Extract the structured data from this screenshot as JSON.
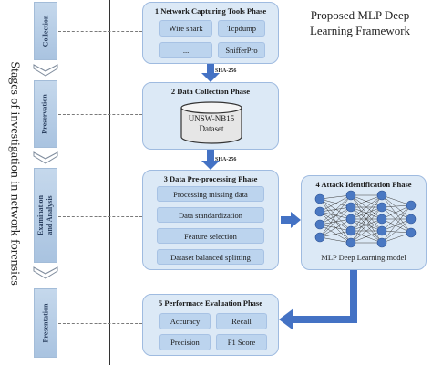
{
  "framework_title": "Proposed MLP Deep Learning Framework",
  "side_title": "Stages of investigation in network forensics",
  "stages": [
    "Collection",
    "Preservation",
    "Examination and Analysis",
    "Presentation"
  ],
  "phase1": {
    "title": "1 Network Capturing Tools Phase",
    "items": [
      "Wire shark",
      "Tcpdump",
      "...",
      "SnifferPro"
    ]
  },
  "sha_label_1": "SHA-256",
  "phase2": {
    "title": "2 Data Collection Phase",
    "dataset_line1": "UNSW-NB15",
    "dataset_line2": "Dataset"
  },
  "sha_label_2": "SHA-256",
  "phase3": {
    "title": "3 Data Pre-processing Phase",
    "items": [
      "Processing missing data",
      "Data standardization",
      "Feature selection",
      "Dataset balanced splitting"
    ]
  },
  "phase4": {
    "title": "4 Attack Identification Phase",
    "model_label": "MLP Deep Learning model"
  },
  "phase5": {
    "title": "5 Performace Evaluation Phase",
    "items": [
      "Accuracy",
      "Recall",
      "Precision",
      "F1 Score"
    ]
  },
  "colors": {
    "stage_fill": "#b3cbe6",
    "phase_fill": "#dce9f6",
    "item_fill": "#bcd4ee",
    "arrow": "#4472c4",
    "node": "#4a78c2"
  }
}
